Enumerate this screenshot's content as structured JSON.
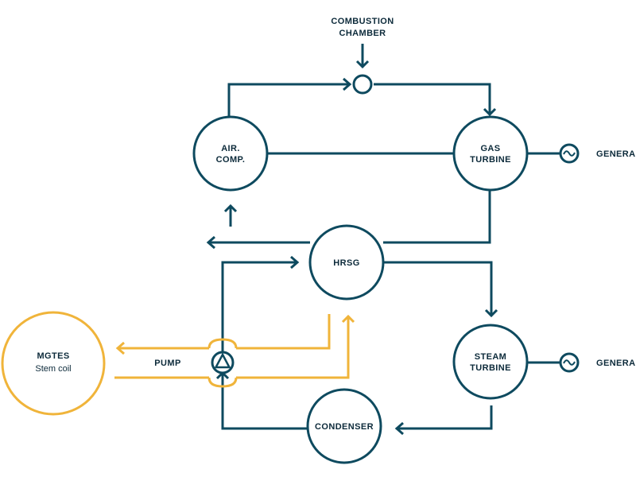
{
  "labels": {
    "combustion_line1": "COMBUSTION",
    "combustion_line2": "CHAMBER",
    "air_comp_line1": "AIR.",
    "air_comp_line2": "COMP.",
    "gas_turbine_line1": "GAS",
    "gas_turbine_line2": "TURBINE",
    "generator_top": "GENERA",
    "hrsg": "HRSG",
    "steam_turbine_line1": "STEAM",
    "steam_turbine_line2": "TURBINE",
    "generator_bottom": "GENERA",
    "condenser": "CONDENSER",
    "mgtes_line1": "MGTES",
    "mgtes_line2": "Stem coil",
    "pump": "PUMP"
  },
  "colors": {
    "teal": "#0e4a5f",
    "gold": "#f0b43a",
    "text": "#0c2a3a"
  },
  "icons": {
    "generator": "generator-sine-icon",
    "pump": "pump-triangle-icon"
  }
}
